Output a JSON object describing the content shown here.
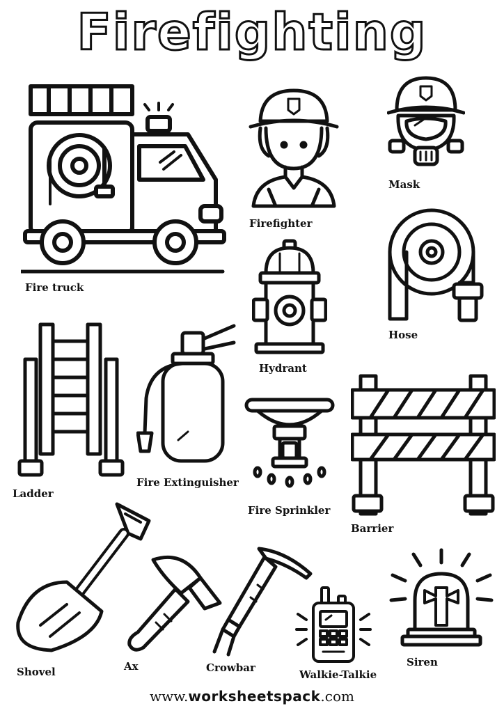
{
  "title": "Firefighting",
  "items": {
    "fire_truck": "Fire truck",
    "firefighter": "Firefighter",
    "mask": "Mask",
    "hydrant": "Hydrant",
    "hose": "Hose",
    "ladder": "Ladder",
    "fire_extinguisher": "Fire Extinguisher",
    "fire_sprinkler": "Fire Sprinkler",
    "barrier": "Barrier",
    "shovel": "Shovel",
    "ax": "Ax",
    "crowbar": "Crowbar",
    "walkie_talkie": "Walkie-Talkie",
    "siren": "Siren"
  },
  "footer": {
    "prefix": "www.",
    "brand": "worksheetspack",
    "suffix": ".com"
  }
}
